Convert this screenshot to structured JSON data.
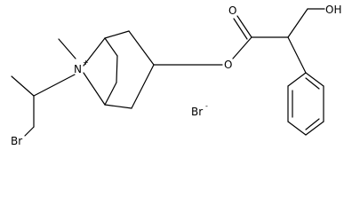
{
  "molecule": {
    "labels": {
      "nitrogen": "N",
      "nitrogen_charge": "+",
      "ester_oxygen": "O",
      "carbonyl_oxygen": "O",
      "hydroxyl": "OH",
      "bromine_substituent": "Br",
      "bromide_ion": "Br",
      "bromide_charge": "-"
    },
    "colors": {
      "bond": "#000000",
      "text": "#000000",
      "background": "#ffffff"
    }
  }
}
